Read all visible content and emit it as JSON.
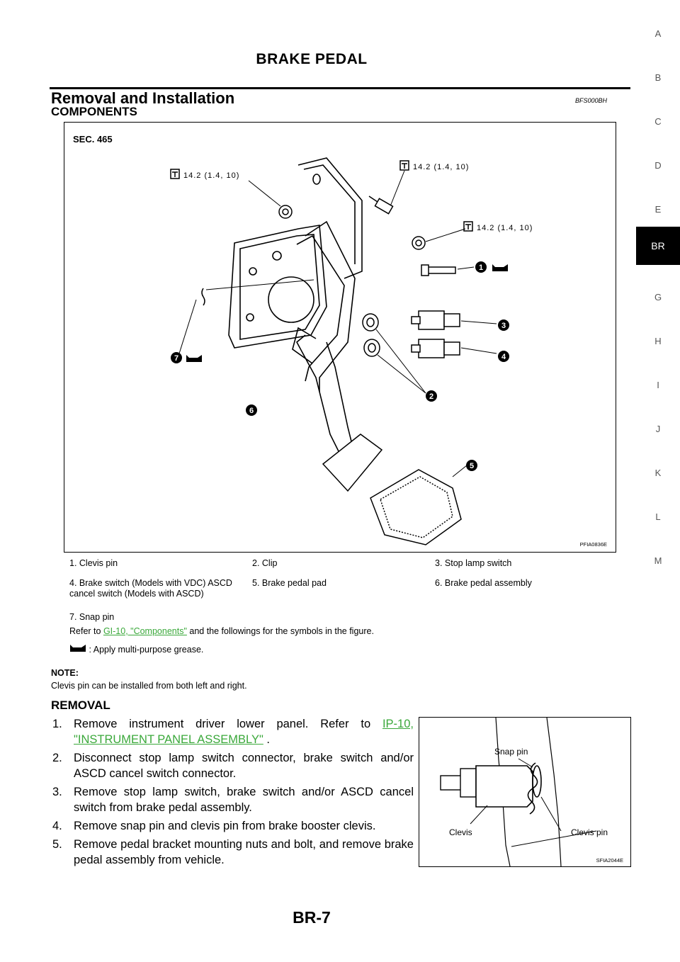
{
  "header": {
    "title": "BRAKE PEDAL"
  },
  "section": {
    "title": "Removal and Installation",
    "code": "BFS000BH"
  },
  "components": {
    "title": "COMPONENTS",
    "figure": {
      "sec_label": "SEC. 465",
      "torque_labels": [
        "14.2 (1.4, 10)",
        "14.2 (1.4, 10)",
        "14.2 (1.4, 10)"
      ],
      "callouts": [
        "1",
        "2",
        "3",
        "4",
        "5",
        "6",
        "7"
      ],
      "ref_code": "PFIA0836E"
    },
    "legend": [
      [
        "1. Clevis pin",
        "2. Clip",
        "3. Stop lamp switch"
      ],
      [
        "4. Brake switch (Models with VDC) ASCD cancel switch (Models with ASCD)",
        "5. Brake pedal pad",
        "6. Brake pedal assembly"
      ],
      [
        "7. Snap pin",
        "",
        ""
      ]
    ],
    "refer_prefix": "Refer to ",
    "refer_link": "GI-10, \"Components\"",
    "refer_suffix": " and the followings for the symbols in the figure.",
    "grease_text": ": Apply multi-purpose grease.",
    "grease_icon": "grease-icon"
  },
  "note": {
    "label": "NOTE:",
    "text": "Clevis pin can be installed from both left and right."
  },
  "removal": {
    "title": "REMOVAL",
    "steps": [
      {
        "num": "1.",
        "text": "Remove instrument driver lower panel. Refer to ",
        "link": "IP-10, \"INSTRUMENT PANEL ASSEMBLY\"",
        "after": " ."
      },
      {
        "num": "2.",
        "text": "Disconnect stop lamp switch connector, brake switch and/or ASCD cancel switch connector."
      },
      {
        "num": "3.",
        "text": "Remove stop lamp switch, brake switch and/or ASCD cancel switch from brake pedal assembly."
      },
      {
        "num": "4.",
        "text": "Remove snap pin and clevis pin from brake booster clevis."
      },
      {
        "num": "5.",
        "text": "Remove pedal bracket mounting nuts and bolt, and remove brake pedal assembly from vehicle."
      }
    ],
    "figure": {
      "labels": {
        "snap_pin": "Snap pin",
        "clevis": "Clevis",
        "clevis_pin": "Clevis pin"
      },
      "ref_code": "SFIA2044E"
    }
  },
  "side_index": [
    "A",
    "B",
    "C",
    "D",
    "E",
    "BR",
    "G",
    "H",
    "I",
    "J",
    "K",
    "L",
    "M"
  ],
  "side_index_active": "BR",
  "footer": {
    "page": "BR-7"
  },
  "colors": {
    "link": "#3aa83a",
    "tab_active": "#000000"
  }
}
